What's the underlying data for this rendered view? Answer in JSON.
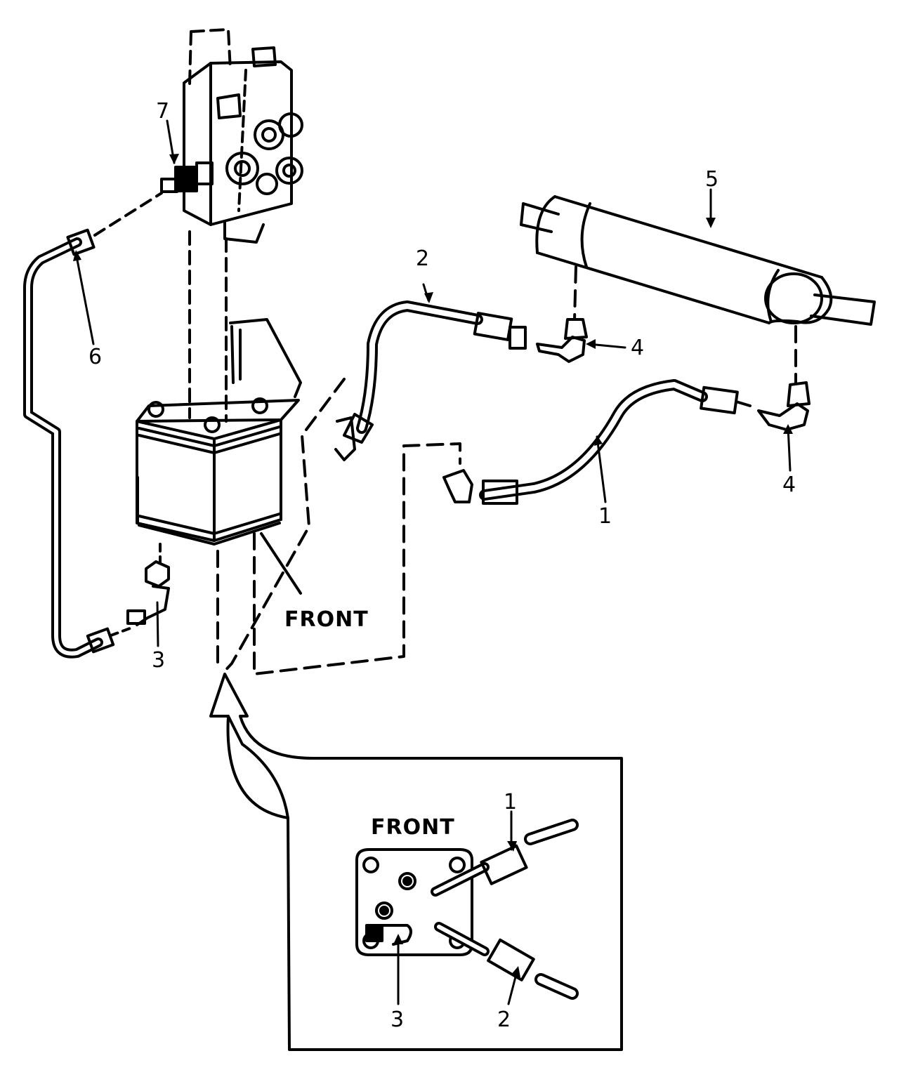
{
  "figure": {
    "callouts": {
      "c1_main": "1",
      "c2_main": "2",
      "c3_main": "3",
      "c4_upper": "4",
      "c4_lower": "4",
      "c5": "5",
      "c6": "6",
      "c7": "7",
      "c1_inset": "1",
      "c2_inset": "2",
      "c3_inset": "3"
    },
    "front_label_main": "FRONT",
    "front_label_inset": "FRONT"
  }
}
